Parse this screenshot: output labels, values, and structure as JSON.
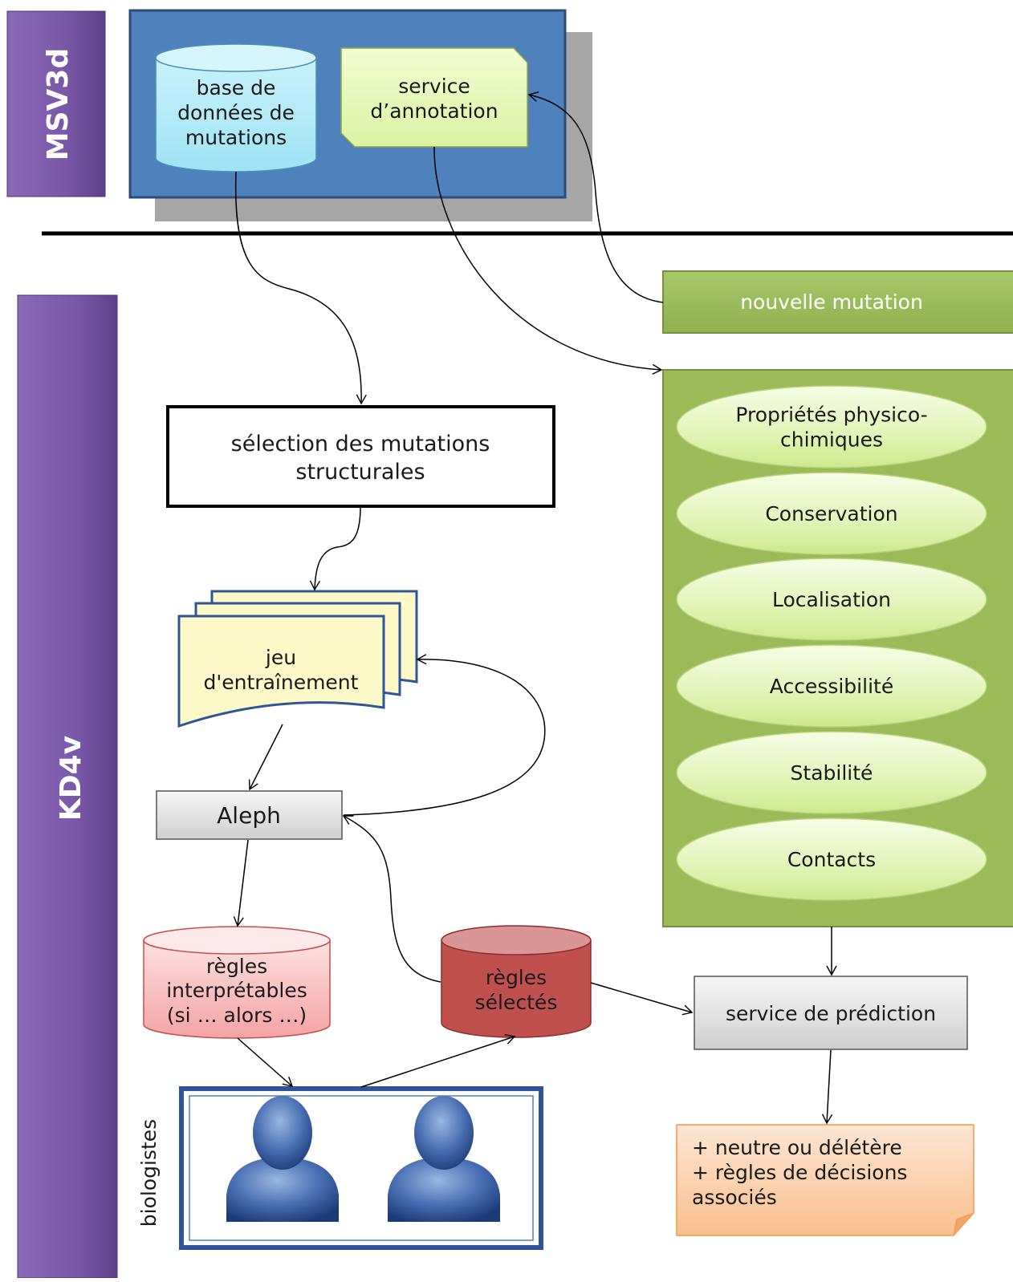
{
  "sidebar": {
    "top_label": "MSV3d",
    "bottom_label": "KD4v"
  },
  "msv3d": {
    "database": [
      "base de",
      "données de",
      "mutations"
    ],
    "annotation_service": [
      "service",
      "d’annotation"
    ]
  },
  "kd4v": {
    "new_mutation": "nouvelle mutation",
    "selection": [
      "sélection des mutations",
      "structurales"
    ],
    "training_set": [
      "jeu",
      "d'entraînement"
    ],
    "aleph": "Aleph",
    "rules_interpretable": [
      "règles",
      "interprétables",
      "(si … alors …)"
    ],
    "rules_selected": [
      "règles",
      "sélectés"
    ],
    "biologists": "biologistes",
    "prediction_service": "service de prédiction",
    "output": [
      "+ neutre ou délétère",
      "+ règles de décisions",
      "associés"
    ]
  },
  "properties": [
    [
      "Propriétés physico-",
      "chimiques"
    ],
    [
      "Conservation"
    ],
    [
      "Localisation"
    ],
    [
      "Accessibilité"
    ],
    [
      "Stabilité"
    ],
    [
      "Contacts"
    ]
  ],
  "colors": {
    "sidebar_purple": "#7a57a7",
    "msv_panel_blue": "#4f81bd",
    "green_panel": "#9bbb59",
    "aleph_gray": "#dcdcdc",
    "rules_red": "#c0504d",
    "output_orange": "#fbd4b4"
  }
}
